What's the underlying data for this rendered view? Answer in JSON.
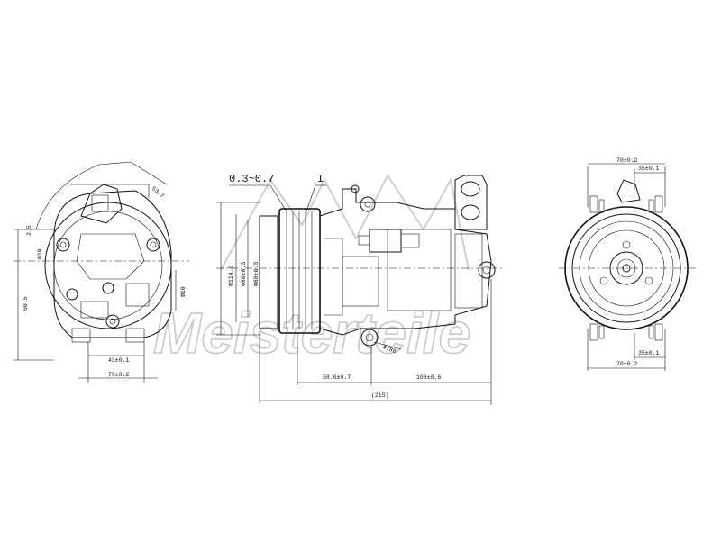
{
  "watermark": {
    "text": "Meisterteile"
  },
  "callouts": {
    "gap": "0.3~0.7",
    "detail": "I"
  },
  "left_view": {
    "dims": {
      "angle_top": "53.7",
      "radius_side": "2.5",
      "height_side": "60.5",
      "bore_left": "Φ10",
      "bore_right": "Φ10",
      "bottom_inner": "43±0.1",
      "bottom_outer": "70±0.2"
    }
  },
  "front_view": {
    "dims": {
      "dia_1": "Φ114.8",
      "dia_2": "Φ80±0.3",
      "dia_3": "Φ88±0.3",
      "offset": "4.80",
      "len_a": "58.6±0.7",
      "len_b": "108±0.6",
      "total": "(215)"
    }
  },
  "right_view": {
    "dims": {
      "top_outer": "70±0.2",
      "top_inner": "35±0.1",
      "bottom_inner": "35±0.1",
      "bottom_outer": "70±0.2"
    }
  }
}
